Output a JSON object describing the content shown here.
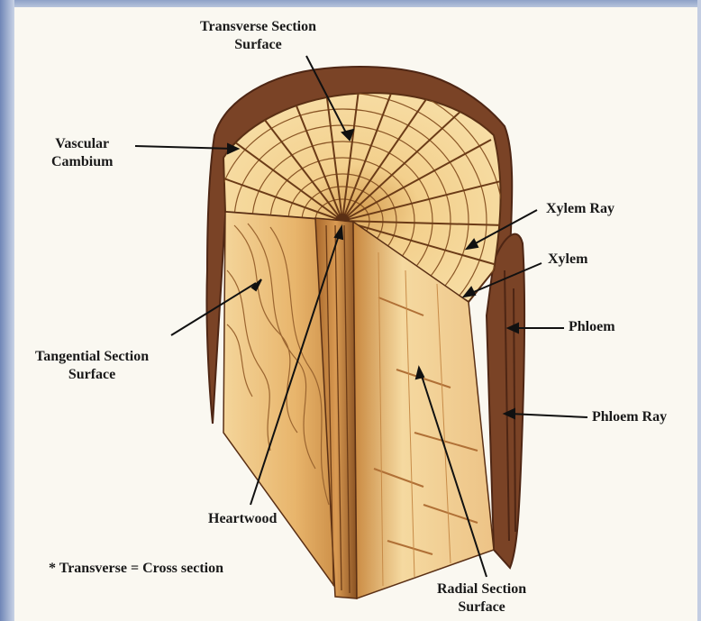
{
  "labels": {
    "transverse": [
      "Transverse Section",
      "Surface"
    ],
    "vascular": [
      "Vascular",
      "Cambium"
    ],
    "xylem_ray": "Xylem Ray",
    "xylem": "Xylem",
    "phloem": "Phloem",
    "phloem_ray": "Phloem Ray",
    "tangential": [
      "Tangential Section",
      "Surface"
    ],
    "heartwood": "Heartwood",
    "footnote": "* Transverse = Cross section",
    "radial": [
      "Radial Section",
      "Surface"
    ]
  },
  "colors": {
    "bark": "#7a4326",
    "bark_dark": "#4e2614",
    "wood_light": "#f6dca0",
    "wood_mid": "#e9b66a",
    "wood_dark": "#b9782f",
    "ray": "#6b3b17",
    "frame": "#8fa3c7",
    "paper": "#faf8f1",
    "text": "#1a1a1a"
  }
}
